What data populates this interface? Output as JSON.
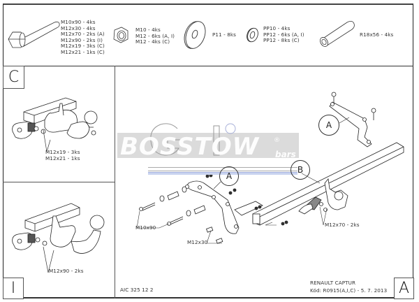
{
  "parts_header": {
    "bolt": {
      "icon": "hex-bolt-icon",
      "lines": [
        "M10x90 - 4ks",
        "M12x30 - 4ks",
        "M12x70 - 2ks (A)",
        "M12x90 - 2ks (I)",
        "M12x19 - 3ks (C)",
        "M12x21 - 1ks (C)"
      ]
    },
    "nut": {
      "icon": "hex-nut-icon",
      "lines": [
        "M10 - 4ks",
        "M12 - 6ks (A, I)",
        "M12 - 4ks (C)"
      ]
    },
    "large_washer": {
      "icon": "large-washer-icon",
      "lines": [
        "P11 - 8ks"
      ]
    },
    "spring_washer": {
      "icon": "spring-washer-icon",
      "lines": [
        "PP10 - 4ks",
        "PP12 - 6ks (A, I)",
        "PP12 - 8ks (C)"
      ]
    },
    "spacer_tube": {
      "icon": "spacer-tube-icon",
      "lines": [
        "R18x56 - 4ks"
      ]
    }
  },
  "panel_c": {
    "label": "C",
    "callouts": [
      "M12x19 - 3ks",
      "M12x21 - 1ks"
    ]
  },
  "panel_i": {
    "label": "I",
    "callouts": [
      "M12x90 - 2ks"
    ]
  },
  "main_view": {
    "label": "A",
    "callouts": {
      "a_upper": "A",
      "a_lower": "A",
      "b": "B",
      "m10x90": "M10x90",
      "m12x30": "M12x30",
      "m12x70": "M12x70 - 2ks"
    }
  },
  "watermark": {
    "brand": "BOSSTOW",
    "reg": "®",
    "sub": "bars"
  },
  "title_block": {
    "drawing_no": "AIC 325 12 2",
    "vehicle": "RENAULT CAPTUR",
    "code": "Kód: R0915(A,I,C) - 5. 7. 2013"
  }
}
